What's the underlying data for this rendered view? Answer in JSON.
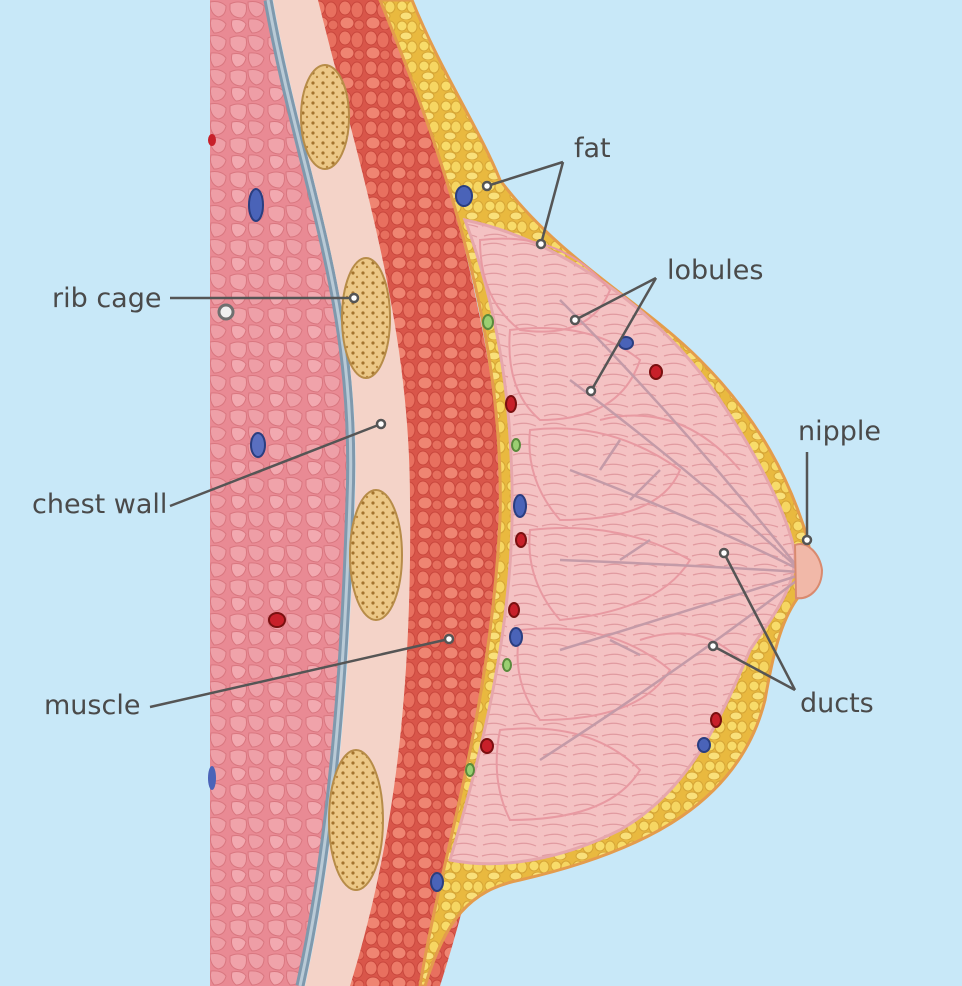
{
  "labels": {
    "fat": "fat",
    "lobules": "lobules",
    "rib_cage": "rib cage",
    "nipple": "nipple",
    "chest_wall": "chest wall",
    "muscle": "muscle",
    "ducts": "ducts"
  },
  "colors": {
    "background": "#c8e8f8",
    "body_tissue": "#e98a94",
    "membrane": "#7f99ad",
    "rib": "#e9c27e",
    "muscle": "#e26a5c",
    "fat": "#f3d15b",
    "lobule": "#f5c4c4",
    "leader_line": "#555555"
  }
}
